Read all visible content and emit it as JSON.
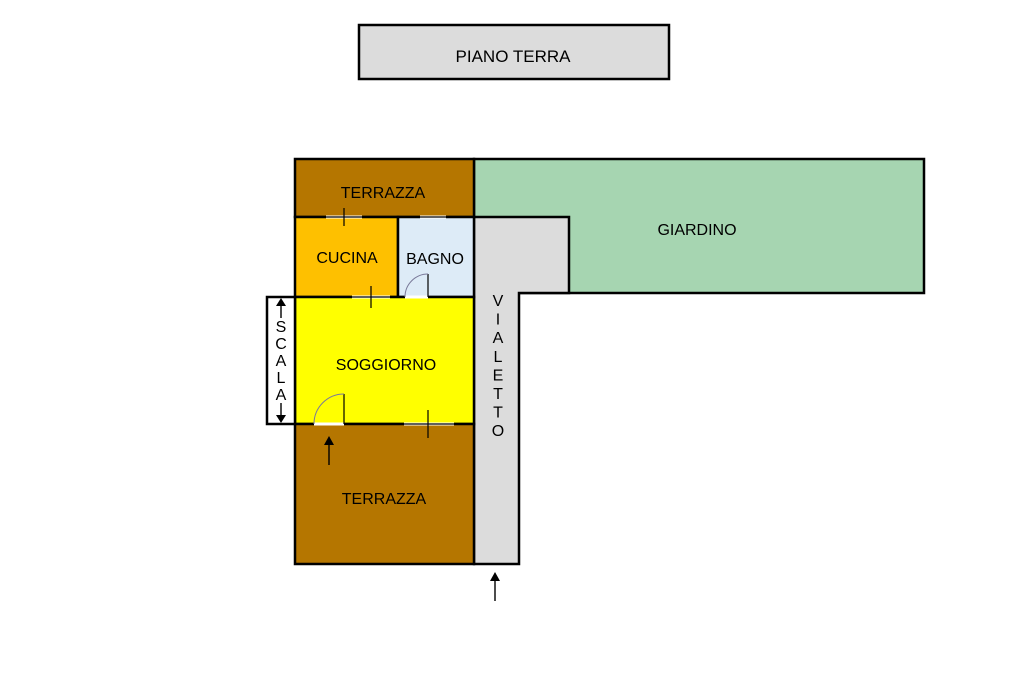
{
  "title": "PIANO TERRA",
  "rooms": {
    "terrazza_top": "TERRAZZA",
    "cucina": "CUCINA",
    "bagno": "BAGNO",
    "soggiorno": "SOGGIORNO",
    "terrazza_bottom": "TERRAZZA",
    "giardino": "GIARDINO",
    "vialetto": "VIALETTO",
    "scala": "SCALA"
  },
  "colors": {
    "terrazza": "#b57600",
    "cucina": "#fec000",
    "bagno": "#ddebf7",
    "soggiorno": "#ffff00",
    "giardino": "#a6d5b1",
    "vialetto": "#dcdcdc",
    "title_box": "#dcdcdc"
  }
}
